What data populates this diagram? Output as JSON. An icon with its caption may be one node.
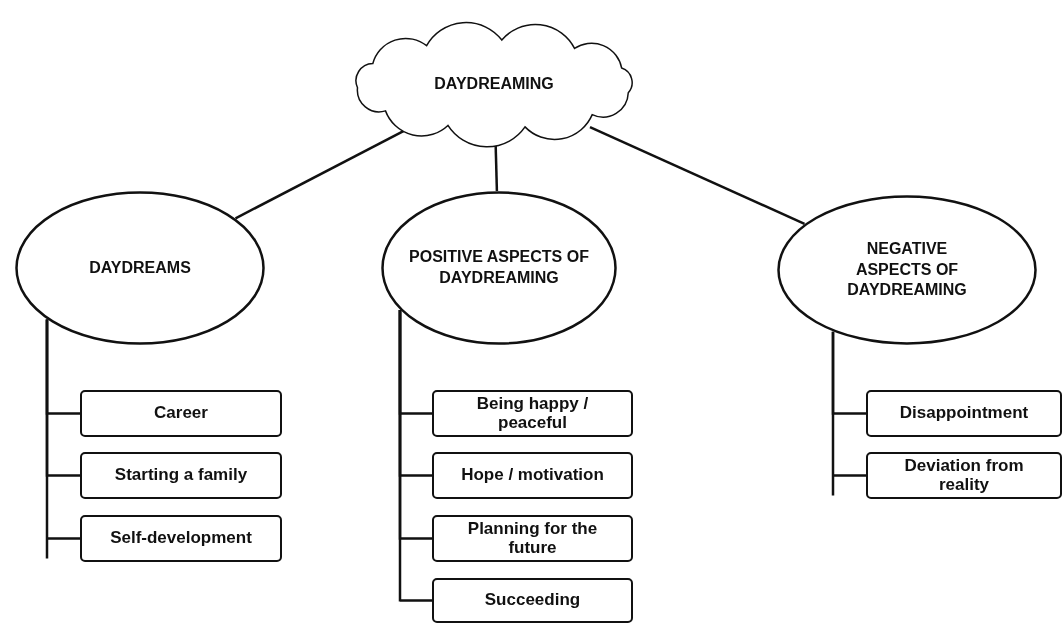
{
  "diagram": {
    "nodes": [
      {
        "text": [
          "DAYDREAMING"
        ]
      },
      {
        "text": [
          "DAYDREAMS"
        ]
      },
      {
        "text": [
          "POSITIVE ASPECTS OF DAYDREAMING"
        ]
      },
      {
        "text": [
          "NEGATIVE ASPECTS OF DAYDREAMING"
        ]
      },
      {
        "text": [
          "Career"
        ]
      },
      {
        "text": [
          "Starting a family"
        ]
      },
      {
        "text": [
          "Self-development"
        ]
      },
      {
        "text": [
          "Being happy / peaceful"
        ]
      },
      {
        "text": [
          "Hope / motivation"
        ]
      },
      {
        "text": [
          "Planning for the future"
        ]
      },
      {
        "text": [
          "Succeeding"
        ]
      },
      {
        "text": [
          "Disappointment"
        ]
      },
      {
        "text": [
          "Deviation from reality"
        ]
      }
    ],
    "edges": [
      {
        "from": 0,
        "to": 1,
        "arrow": "none"
      },
      {
        "from": 0,
        "to": 2,
        "arrow": "none"
      },
      {
        "from": 0,
        "to": 3,
        "arrow": "none"
      },
      {
        "from": 1,
        "to": 4,
        "arrow": "none"
      },
      {
        "from": 1,
        "to": 5,
        "arrow": "none"
      },
      {
        "from": 1,
        "to": 6,
        "arrow": "none"
      },
      {
        "from": 2,
        "to": 7,
        "arrow": "none"
      },
      {
        "from": 2,
        "to": 8,
        "arrow": "none"
      },
      {
        "from": 2,
        "to": 9,
        "arrow": "none"
      },
      {
        "from": 2,
        "to": 10,
        "arrow": "none"
      },
      {
        "from": 3,
        "to": 11,
        "arrow": "none"
      },
      {
        "from": 3,
        "to": 12,
        "arrow": "none"
      }
    ]
  }
}
